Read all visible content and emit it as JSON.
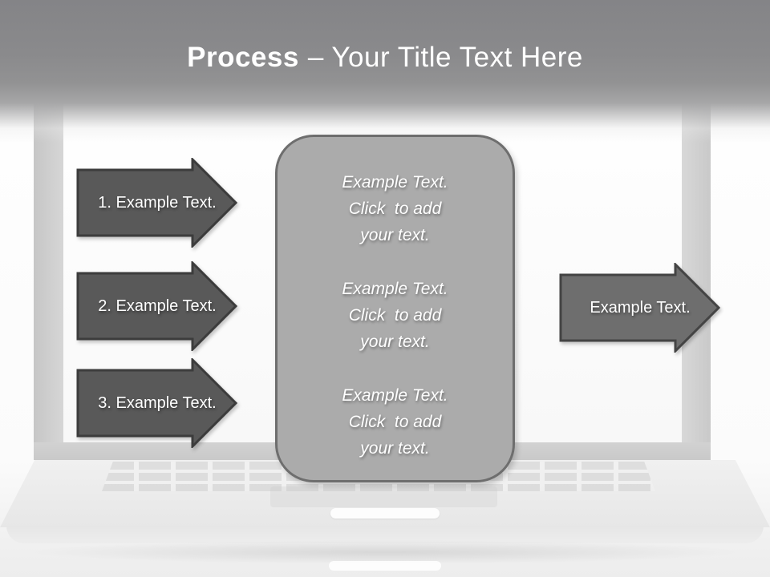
{
  "slide": {
    "title": {
      "bold": "Process",
      "rest": "– Your Title Text Here"
    }
  },
  "process_steps": [
    {
      "label": "1. Example Text."
    },
    {
      "label": "2. Example Text."
    },
    {
      "label": "3. Example Text."
    }
  ],
  "detail_panel": {
    "items": [
      {
        "text": "Example Text.\nClick  to add\nyour text."
      },
      {
        "text": "Example Text.\nClick  to add\nyour text."
      },
      {
        "text": "Example Text.\nClick  to add\nyour text."
      }
    ]
  },
  "output_arrow": {
    "label": "Example Text."
  },
  "colors": {
    "header_top": "#848487",
    "step_arrow_fill": "#595959",
    "step_arrow_stroke": "#3c3c3c",
    "output_arrow_fill": "#6e6e6e",
    "output_arrow_stroke": "#444444",
    "panel_fill": "#ababab",
    "panel_stroke": "#6e6e6e",
    "text": "#ffffff"
  }
}
